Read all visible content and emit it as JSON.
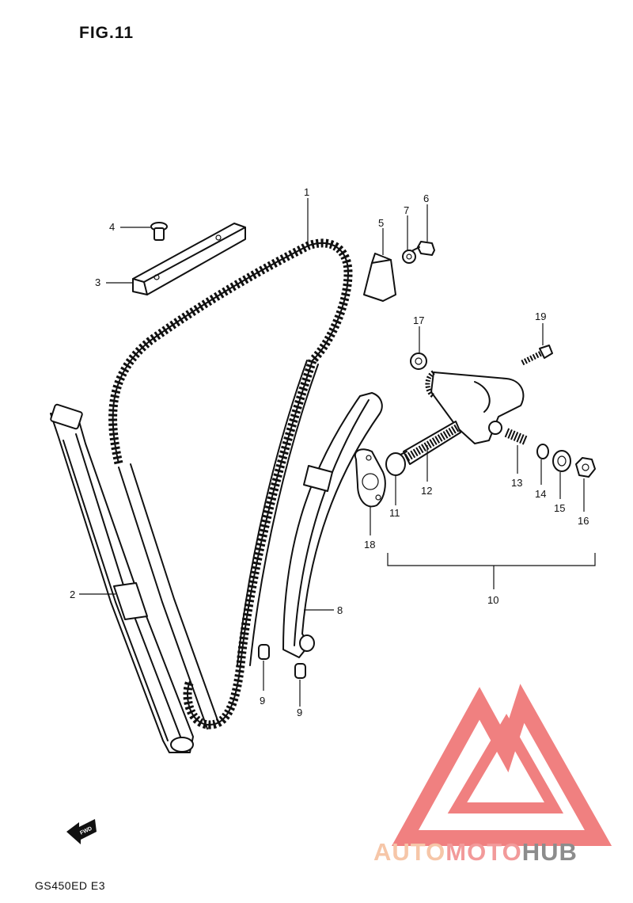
{
  "figure": {
    "title": "FIG.11",
    "model": "GS450ED  E3"
  },
  "watermark": {
    "part1": "AUTO",
    "part2": "MOTO",
    "part3": "HUB",
    "colors": {
      "auto": "#f6c6a8",
      "moto": "#f29a9a",
      "hub": "#8c8c8c",
      "logo": "#f08080"
    }
  },
  "fwd_label": "FWD",
  "callouts": {
    "c1": "1",
    "c2": "2",
    "c3": "3",
    "c4": "4",
    "c5": "5",
    "c6": "6",
    "c7": "7",
    "c8": "8",
    "c9a": "9",
    "c9b": "9",
    "c10": "10",
    "c11": "11",
    "c12": "12",
    "c13": "13",
    "c14": "14",
    "c15": "15",
    "c16": "16",
    "c17": "17",
    "c18": "18",
    "c19": "19"
  }
}
